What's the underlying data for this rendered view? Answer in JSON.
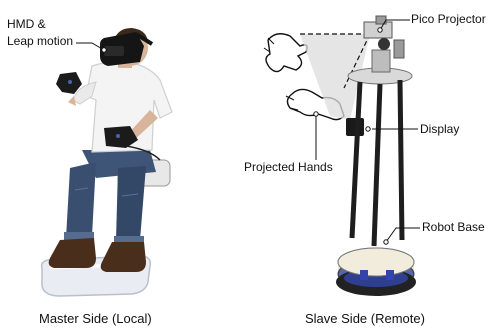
{
  "labels": {
    "hmd_line1": "HMD &",
    "hmd_line2": "Leap motion",
    "pico_projector": "Pico Projector",
    "display": "Display",
    "projected_hands": "Projected Hands",
    "robot_base": "Robot Base"
  },
  "captions": {
    "master": "Master Side (Local)",
    "slave": "Slave Side (Remote)"
  }
}
